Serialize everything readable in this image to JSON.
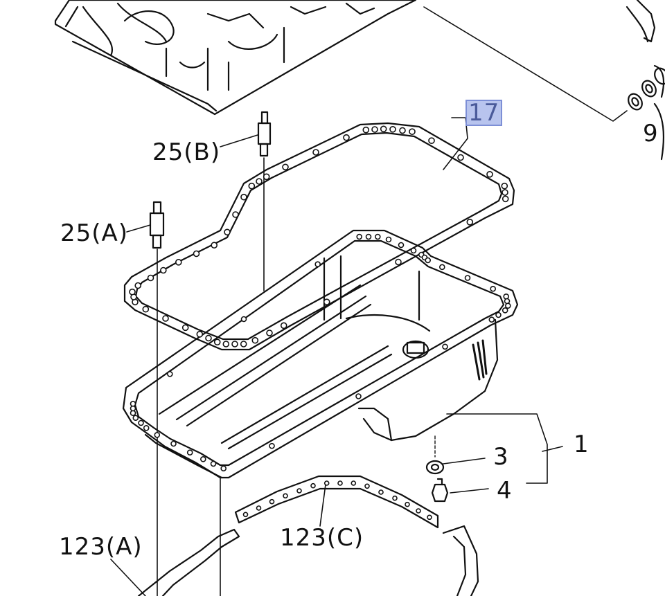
{
  "callouts": {
    "c17": "17",
    "c9": "9",
    "c25b": "25(B)",
    "c25a": "25(A)",
    "c1": "1",
    "c3": "3",
    "c4": "4",
    "c123c": "123(C)",
    "c123a": "123(A)"
  },
  "colors": {
    "line": "#111111",
    "highlight_fill": "#b8c4ee",
    "highlight_border": "#7d8fd6"
  }
}
